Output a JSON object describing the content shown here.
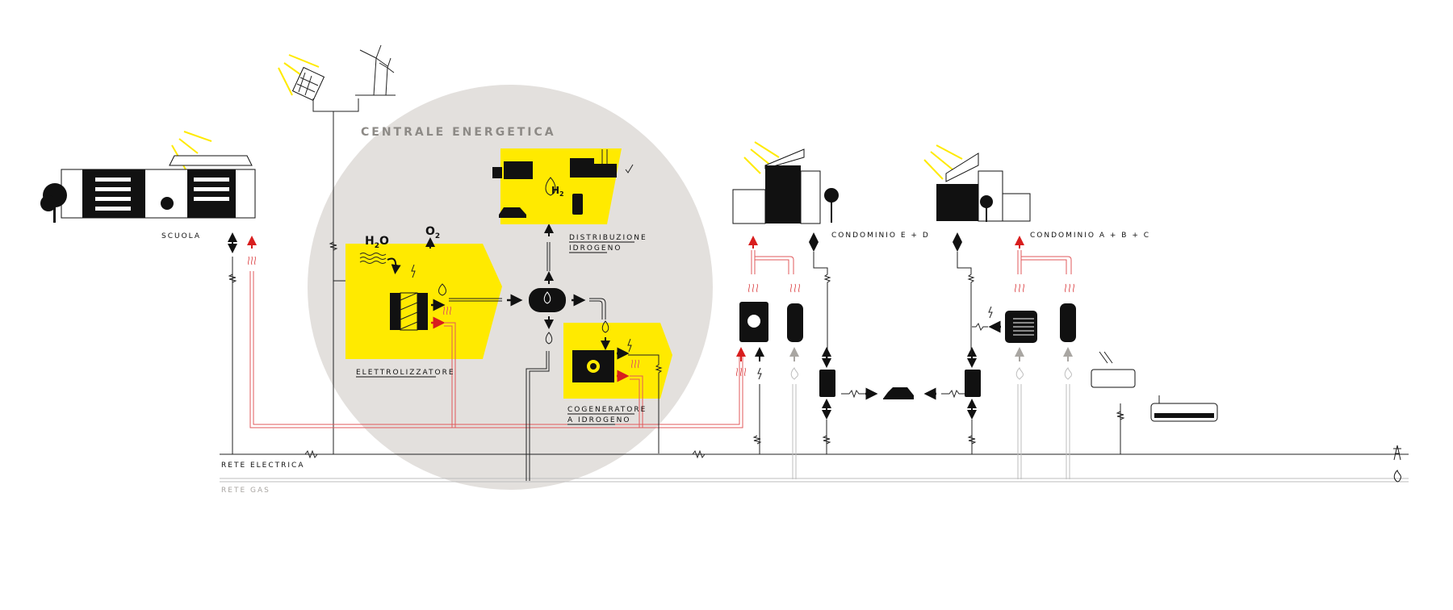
{
  "title": "CENTRALE ENERGETICA",
  "labels": {
    "school": "SCUOLA",
    "electrolyzer": "ELETTROLIZZATORE",
    "distribution_1": "DISTRIBUZIONE",
    "distribution_2": "IDROGENO",
    "cogenerator_1": "COGENERATORE",
    "cogenerator_2": "A IDROGENO",
    "condo_ed": "CONDOMINIO E + D",
    "condo_abc": "CONDOMINIO A + B + C",
    "grid_electric": "RETE ELECTRICA",
    "grid_gas": "RETE GAS"
  },
  "chem": {
    "water": "H",
    "water_sub": "2",
    "water_o": "O",
    "oxygen": "O",
    "oxygen_sub": "2",
    "hydrogen": "H",
    "hydrogen_sub": "2"
  },
  "colors": {
    "yellow": "#ffea00",
    "circle": "#e3e0dd",
    "heat": "#d81e1e",
    "gas": "#bdbdbd"
  }
}
